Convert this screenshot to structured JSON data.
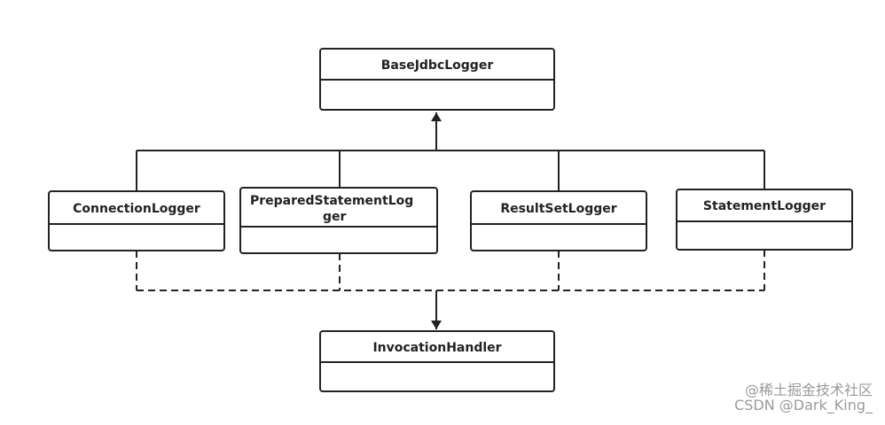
{
  "diagram": {
    "base_class": {
      "name": "BaseJdbcLogger"
    },
    "subclasses": [
      {
        "name": "ConnectionLogger"
      },
      {
        "name_line1": "PreparedStatementLog",
        "name_line2": "ger"
      },
      {
        "name": "ResultSetLogger"
      },
      {
        "name": "StatementLogger"
      }
    ],
    "interface": {
      "name": "InvocationHandler"
    },
    "relationships": [
      {
        "from": "subclasses",
        "to": "BaseJdbcLogger",
        "kind": "inheritance",
        "line": "solid"
      },
      {
        "from": "subclasses",
        "to": "InvocationHandler",
        "kind": "realization",
        "line": "dashed"
      }
    ]
  },
  "watermark": {
    "line1": "@稀土掘金技术社区",
    "line2": "CSDN @Dark_King_"
  },
  "colors": {
    "stroke": "#222222",
    "box_fill": "#ffffff",
    "watermark": "#9a9a9a"
  }
}
